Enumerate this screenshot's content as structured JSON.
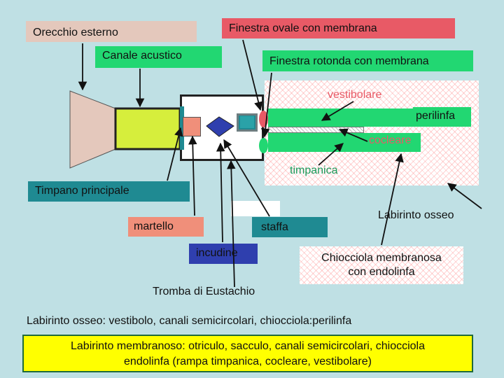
{
  "labels": {
    "outer_ear": "Orecchio esterno",
    "oval_window": "Finestra ovale con membrana",
    "ear_canal": "Canale acustico",
    "round_window": "Finestra rotonda con membrana",
    "vestibular": "vestibolare",
    "perilymph": "perilinfa",
    "cochlear": "cocleare",
    "tympanic": "timpanica",
    "eardrum": "Timpano principale",
    "bony_labyrinth": "Labirinto osseo",
    "hammer": "martello",
    "stirrup": "staffa",
    "anvil": "incudine",
    "membranous_cochlea_1": "Chiocciola membranosa",
    "membranous_cochlea_2": "con endolinfa",
    "eustachian_tube": "Tromba di Eustachio"
  },
  "notes": {
    "bony_summary": "Labirinto osseo: vestibolo, canali semicircolari, chiocciola:perilinfa",
    "membranous_line1": "Labirinto membranoso: otriculo, sacculo, canali semicircolari, chiocciola",
    "membranous_line2": "endolinfa (rampa timpanica, cocleare, vestibolare)"
  },
  "colors": {
    "background": "#bfe0e4",
    "pink_label": "#e4c8bc",
    "red_label": "#e85a66",
    "green": "#22d772",
    "teal": "#1f8a92",
    "blue": "#2f3fae",
    "yellow": "#ffff00"
  }
}
